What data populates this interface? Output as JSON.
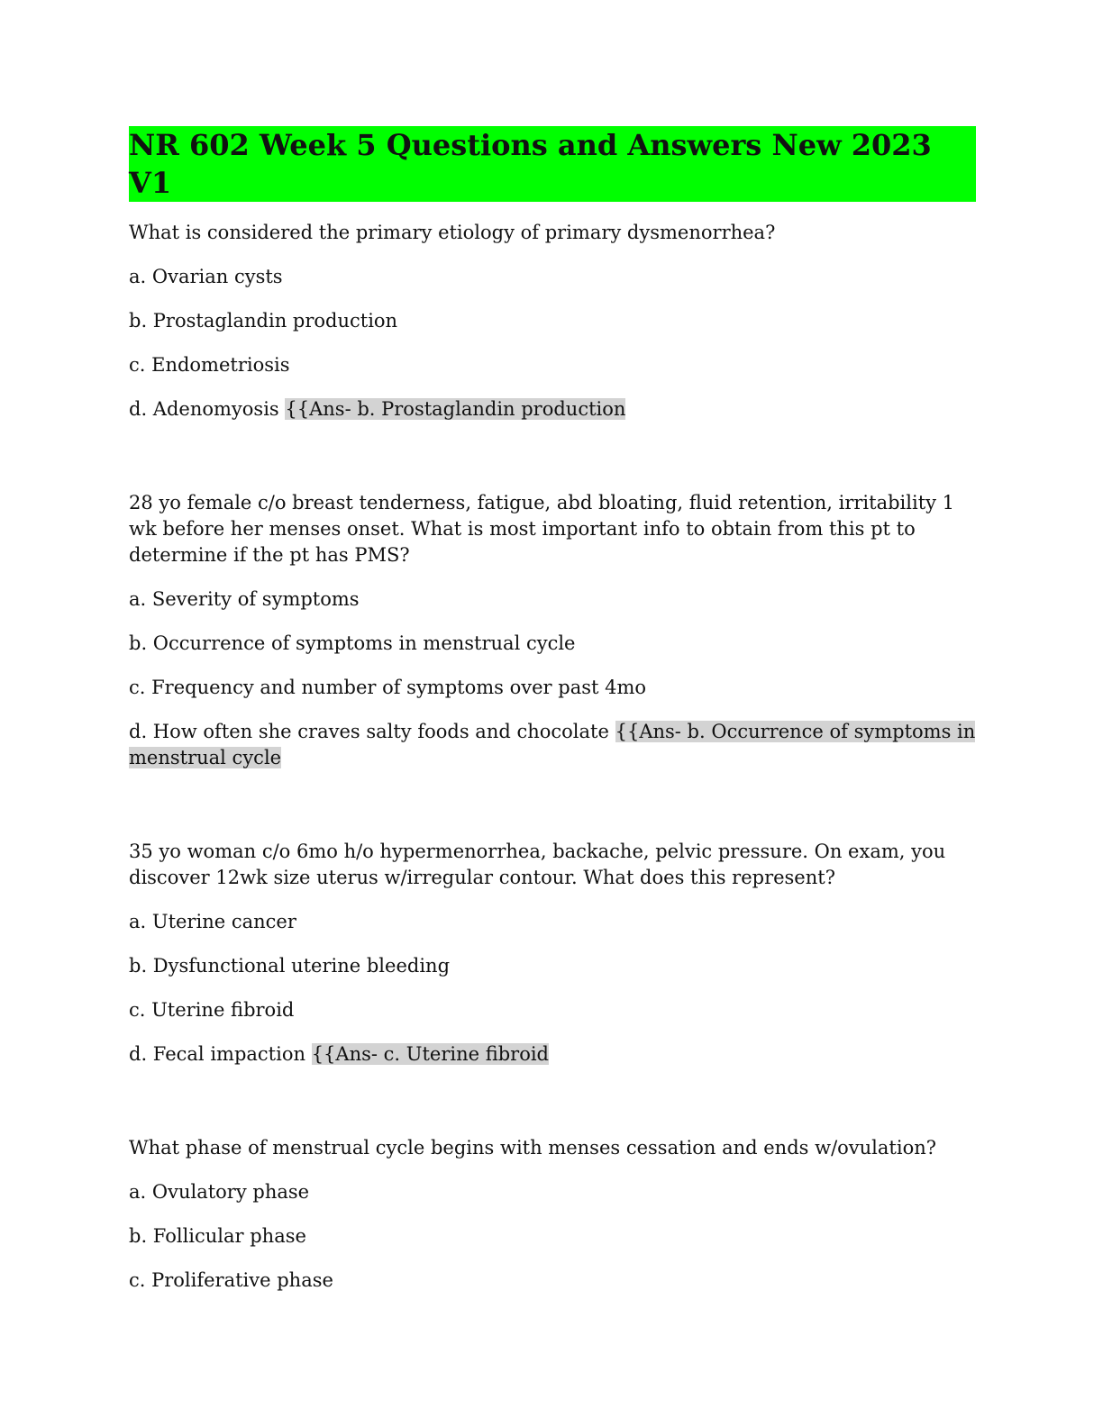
{
  "document": {
    "title": "NR 602 Week 5 Questions and Answers New 2023 V1",
    "title_highlight_color": "#00ff00",
    "answer_highlight_color": "#d3d3d3"
  },
  "questions": [
    {
      "text": "What is considered the primary etiology of primary dysmenorrhea?",
      "options": [
        "a. Ovarian cysts",
        "b. Prostaglandin production",
        "c. Endometriosis",
        "d. Adenomyosis"
      ],
      "answer": "{{Ans- b. Prostaglandin production"
    },
    {
      "text": "28 yo female c/o breast tenderness, fatigue, abd bloating, fluid retention, irritability 1 wk before her menses onset. What is most important info to obtain from this pt to determine if the pt has PMS?",
      "options": [
        "a. Severity of symptoms",
        "b. Occurrence of symptoms in menstrual cycle",
        "c. Frequency and number of symptoms over past 4mo",
        "d. How often she craves salty foods and chocolate"
      ],
      "answer": "{{Ans- b. Occurrence of symptoms in menstrual cycle"
    },
    {
      "text": "35 yo woman c/o 6mo h/o hypermenorrhea, backache, pelvic pressure. On exam, you discover 12wk size uterus w/irregular contour. What does this represent?",
      "options": [
        "a. Uterine cancer",
        "b. Dysfunctional uterine bleeding",
        "c. Uterine fibroid",
        "d. Fecal impaction"
      ],
      "answer": "{{Ans- c. Uterine fibroid"
    },
    {
      "text": "What phase of menstrual cycle begins with menses cessation and ends w/ovulation?",
      "options": [
        "a. Ovulatory phase",
        "b. Follicular phase",
        "c. Proliferative phase"
      ]
    }
  ]
}
